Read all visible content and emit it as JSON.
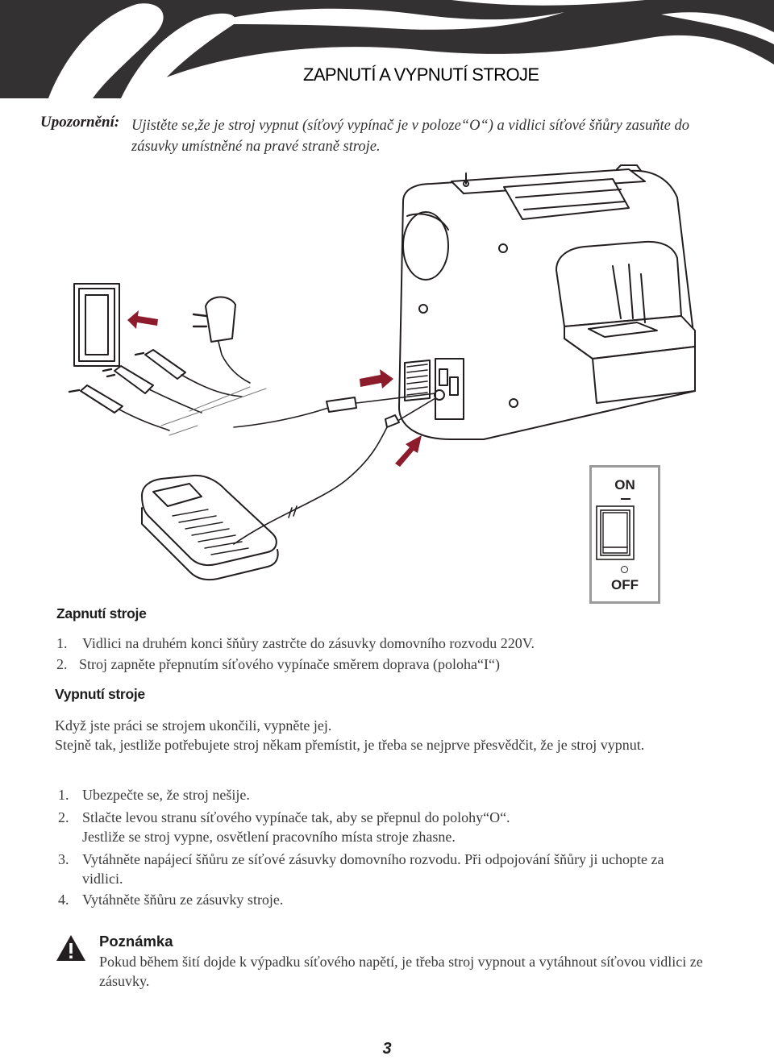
{
  "header": {
    "title": "ZAPNUTÍ A VYPNUTÍ STROJE"
  },
  "warning": {
    "label": "Upozornění:",
    "text": "Ujistěte se,že je stroj vypnut (síťový vypínač je v poloze“O“) a vidlici síťové šňůry zasuňte do zásuvky umístněné na pravé straně stroje."
  },
  "switch_inset": {
    "on_label": "ON",
    "off_label": "OFF"
  },
  "section_on": {
    "heading": "Zapnutí stroje",
    "steps": [
      {
        "num": "1.",
        "text": "Vidlici na druhém konci šňůry zastrčte do zásuvky domovního rozvodu 220V."
      },
      {
        "num": "2.",
        "text": "Stroj zapněte přepnutím síťového vypínače směrem doprava (poloha“I“)"
      }
    ]
  },
  "section_off": {
    "heading": "Vypnutí stroje",
    "intro1": "Když jste práci se strojem ukončili, vypněte jej.",
    "intro2": "Stejně tak, jestliže potřebujete stroj někam přemístit, je třeba se nejprve přesvědčit, že je stroj vypnut.",
    "steps": [
      {
        "num": "1.",
        "text": "Ubezpečte se, že stroj nešije."
      },
      {
        "num": "2.",
        "text": "Stlačte levou stranu síťového vypínače tak, aby se přepnul do polohy“O“.",
        "text2": "Jestliže se stroj vypne, osvětlení pracovního místa stroje zhasne."
      },
      {
        "num": "3.",
        "text": "Vytáhněte napájecí šňůru ze síťové zásuvky domovního rozvodu. Při odpojování šňůry ji uchopte za vidlici."
      },
      {
        "num": "4.",
        "text": "Vytáhněte šňůru ze zásuvky stroje."
      }
    ]
  },
  "note": {
    "icon": "warning-triangle-icon",
    "title": "Poznámka",
    "text": "Pokud  během šití dojde k výpadku síťového napětí, je třeba stroj vypnout a vytáhnout síťovou vidlici ze zásuvky."
  },
  "page_number": "3",
  "colors": {
    "header_band": "#333132",
    "arrow": "#8c1c2c",
    "text": "#231f20",
    "inset_border": "#9a9a9a"
  }
}
